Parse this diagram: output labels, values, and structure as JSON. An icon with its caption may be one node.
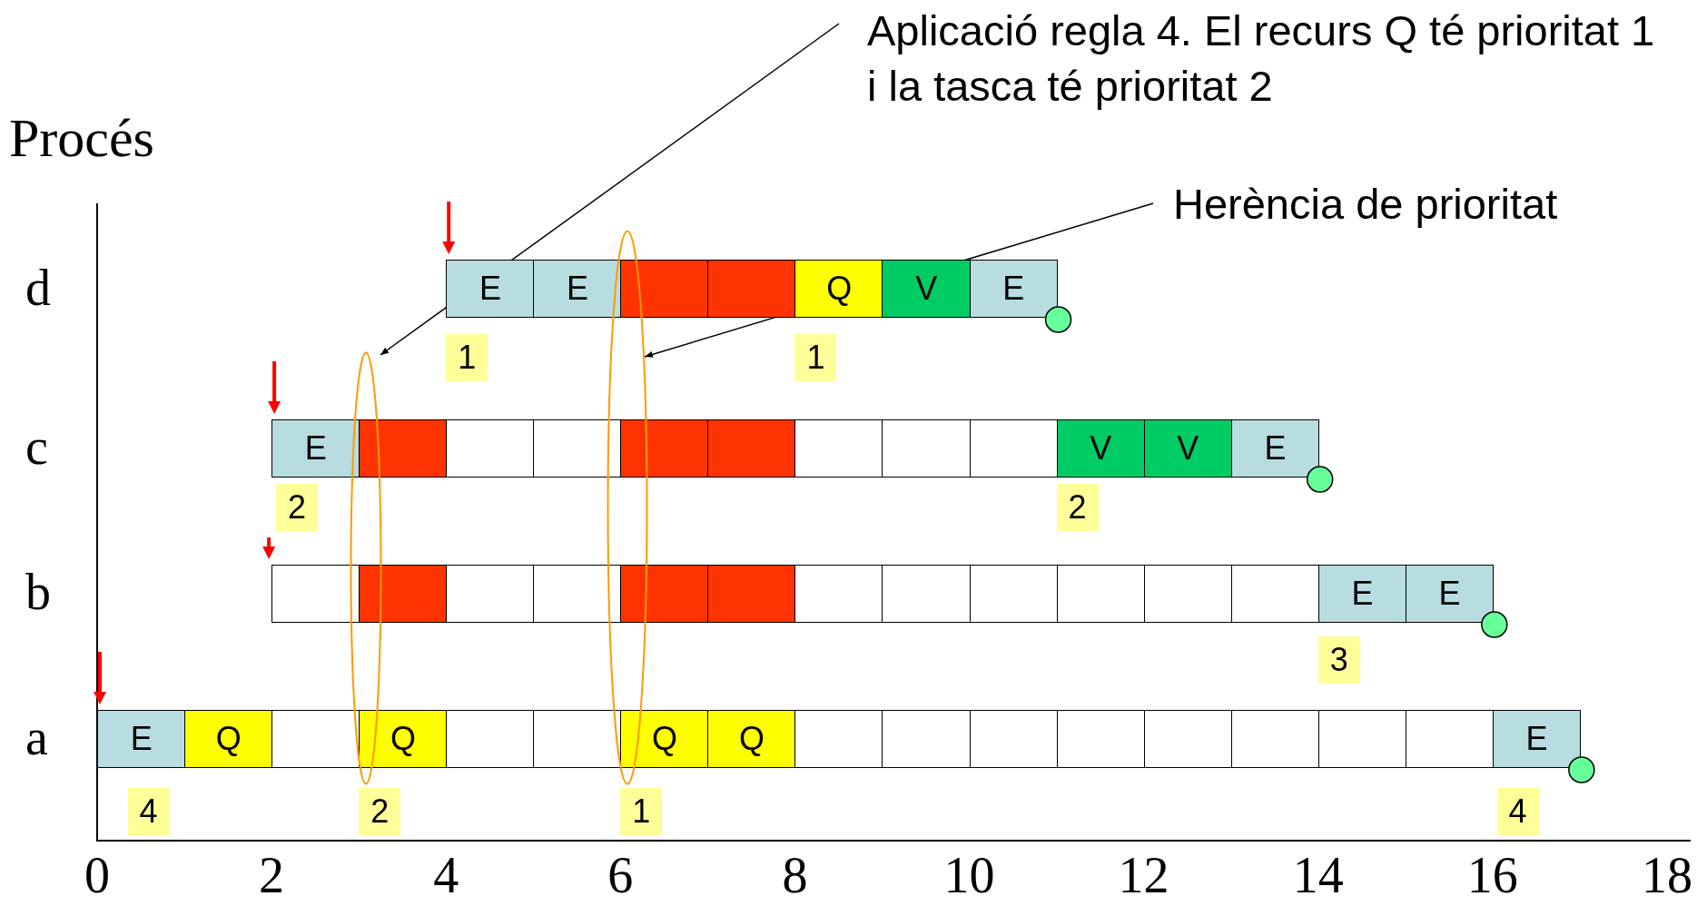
{
  "diagram": {
    "nodes": [
      {
        "text": [
          "Aplicació regla 4. El recurs Q té prioritat 1 i la tasca té prioritat 2"
        ]
      },
      {
        "text": [
          "Herència de prioritat"
        ]
      },
      {
        "text": [],
        "shape": "ellipse"
      },
      {
        "text": [],
        "shape": "ellipse"
      },
      {
        "text": [
          "E"
        ]
      },
      {
        "text": [
          "E"
        ]
      },
      {
        "text": [],
        "shape": "box"
      },
      {
        "text": [],
        "shape": "box"
      },
      {
        "text": [
          "Q"
        ]
      },
      {
        "text": [
          "V"
        ]
      },
      {
        "text": [
          "E"
        ]
      },
      {
        "text": [
          "1"
        ]
      },
      {
        "text": [
          "1"
        ]
      },
      {
        "text": [
          "E"
        ]
      },
      {
        "text": [],
        "shape": "box"
      },
      {
        "text": [],
        "shape": "box"
      },
      {
        "text": [],
        "shape": "box"
      },
      {
        "text": [],
        "shape": "box"
      },
      {
        "text": [],
        "shape": "box"
      },
      {
        "text": [],
        "shape": "box"
      },
      {
        "text": [],
        "shape": "box"
      },
      {
        "text": [],
        "shape": "box"
      },
      {
        "text": [
          "V"
        ]
      },
      {
        "text": [
          "V"
        ]
      },
      {
        "text": [
          "E"
        ]
      },
      {
        "text": [
          "2"
        ]
      },
      {
        "text": [
          "2"
        ]
      },
      {
        "text": [],
        "shape": "box"
      },
      {
        "text": [],
        "shape": "box"
      },
      {
        "text": [],
        "shape": "box"
      },
      {
        "text": [],
        "shape": "box"
      },
      {
        "text": [],
        "shape": "box"
      },
      {
        "text": [],
        "shape": "box"
      },
      {
        "text": [],
        "shape": "box"
      },
      {
        "text": [],
        "shape": "box"
      },
      {
        "text": [],
        "shape": "box"
      },
      {
        "text": [],
        "shape": "box"
      },
      {
        "text": [],
        "shape": "box"
      },
      {
        "text": [],
        "shape": "box"
      },
      {
        "text": [
          "E"
        ]
      },
      {
        "text": [
          "E"
        ]
      },
      {
        "text": [
          "3"
        ]
      },
      {
        "text": [
          "E"
        ]
      },
      {
        "text": [
          "Q"
        ]
      },
      {
        "text": [],
        "shape": "box"
      },
      {
        "text": [
          "Q"
        ]
      },
      {
        "text": [],
        "shape": "box"
      },
      {
        "text": [],
        "shape": "box"
      },
      {
        "text": [
          "Q"
        ]
      },
      {
        "text": [
          "Q"
        ]
      },
      {
        "text": [],
        "shape": "box"
      },
      {
        "text": [],
        "shape": "box"
      },
      {
        "text": [],
        "shape": "box"
      },
      {
        "text": [],
        "shape": "box"
      },
      {
        "text": [],
        "shape": "box"
      },
      {
        "text": [],
        "shape": "box"
      },
      {
        "text": [],
        "shape": "box"
      },
      {
        "text": [],
        "shape": "box"
      },
      {
        "text": [
          "E"
        ]
      },
      {
        "text": [
          "4"
        ]
      },
      {
        "text": [
          "2"
        ]
      },
      {
        "text": [
          "1"
        ]
      },
      {
        "text": [
          "4"
        ]
      }
    ],
    "edges": [
      {
        "from": 0,
        "to": 2,
        "arrow": "to"
      },
      {
        "from": 1,
        "to": 3,
        "arrow": "to"
      }
    ],
    "labels": [
      "Procés",
      "d",
      "c",
      "b",
      "a",
      "0",
      "2",
      "4",
      "6",
      "8",
      "10",
      "12",
      "14",
      "16",
      "18"
    ]
  }
}
